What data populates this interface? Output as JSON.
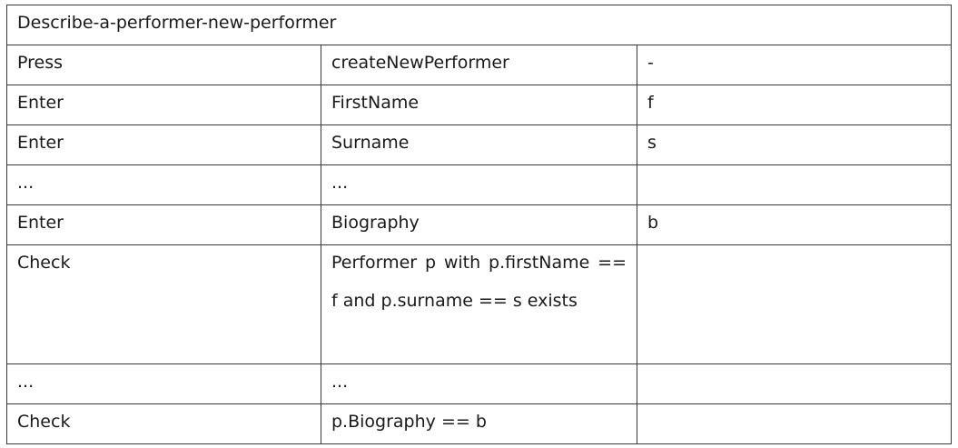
{
  "table": {
    "title": "Describe-a-performer-new-performer",
    "rows": [
      {
        "action": "Press",
        "target": "createNewPerformer",
        "value": "-"
      },
      {
        "action": "Enter",
        "target": "FirstName",
        "value": "f"
      },
      {
        "action": "Enter",
        "target": "Surname",
        "value": "s"
      },
      {
        "action": "...",
        "target": "...",
        "value": ""
      },
      {
        "action": "Enter",
        "target": "Biography",
        "value": "b"
      },
      {
        "action": "Check",
        "target": "Performer p with p.firstName == f and p.surname == s exists",
        "value": ""
      },
      {
        "action": "...",
        "target": "...",
        "value": ""
      },
      {
        "action": "Check",
        "target": "p.Biography == b",
        "value": ""
      }
    ]
  }
}
